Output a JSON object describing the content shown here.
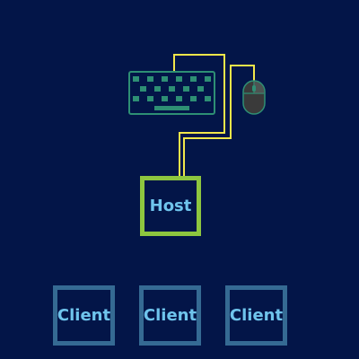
{
  "host": {
    "label": "Host"
  },
  "clients": [
    {
      "label": "Client"
    },
    {
      "label": "Client"
    },
    {
      "label": "Client"
    }
  ],
  "devices": {
    "keyboard_icon": "keyboard-icon",
    "mouse_icon": "mouse-icon"
  },
  "colors": {
    "background": "#031548",
    "cable": "#f2e64a",
    "keyboard": "#2e8f74",
    "host_border": "#8ec63f",
    "client_border": "#356a93",
    "label_text": "#6fc4ec"
  }
}
